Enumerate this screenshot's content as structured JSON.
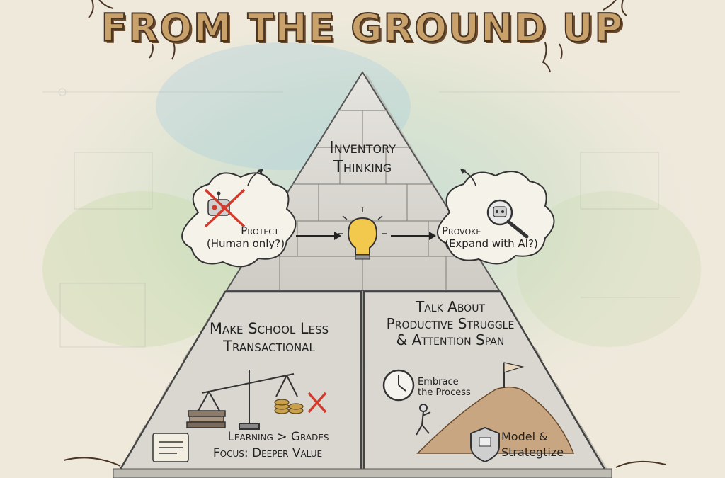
{
  "title": "FROM THE GROUND UP",
  "apex": {
    "line1": "Inventory",
    "line2": "Thinking"
  },
  "protect": {
    "line1": "Protect",
    "line2": "(Human only?)"
  },
  "provoke": {
    "line1": "Provoke",
    "line2": "(Expand with AI?)"
  },
  "left_block": {
    "heading1": "Make School Less",
    "heading2": "Transactional",
    "line1": "Learning > Grades",
    "line2": "Focus: Deeper Value"
  },
  "right_block": {
    "heading1": "Talk About",
    "heading2": "Productive Struggle",
    "heading3": "& Attention Span",
    "clock_text1": "Embrace",
    "clock_text2": "the Process",
    "model_text1": "Model &",
    "model_text2": "Strategtize"
  },
  "icons": [
    "robot-crossed-icon",
    "lightbulb-icon",
    "magnifier-robot-icon",
    "balance-scale-icon",
    "books-icon",
    "coins-icon",
    "red-x-icon",
    "scroll-icon",
    "clock-icon",
    "hiker-icon",
    "flag-icon",
    "shield-icon"
  ],
  "colors": {
    "title_fill": "#c9a16a",
    "title_stroke": "#4a3524",
    "stone": "#dcdad4",
    "stone_dark": "#b8b5ad",
    "ink": "#2a2a2a",
    "red": "#d33a2c",
    "bulb": "#f2c94c"
  }
}
